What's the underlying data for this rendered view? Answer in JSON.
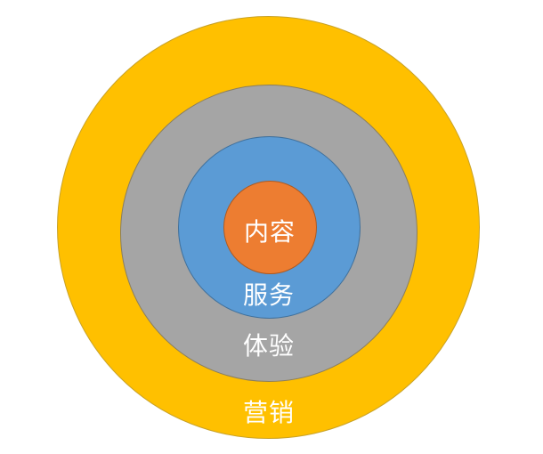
{
  "diagram": {
    "type": "concentric-circles",
    "layers": [
      {
        "id": "outer",
        "label": "营销",
        "color": "#FFC000",
        "border": "#C9A227"
      },
      {
        "id": "second",
        "label": "体验",
        "color": "#A5A5A5",
        "border": "#8A7E5E"
      },
      {
        "id": "third",
        "label": "服务",
        "color": "#5B9BD5",
        "border": "#41719C"
      },
      {
        "id": "core",
        "label": "内容",
        "color": "#ED7D31",
        "border": "#AE5A21"
      }
    ]
  }
}
